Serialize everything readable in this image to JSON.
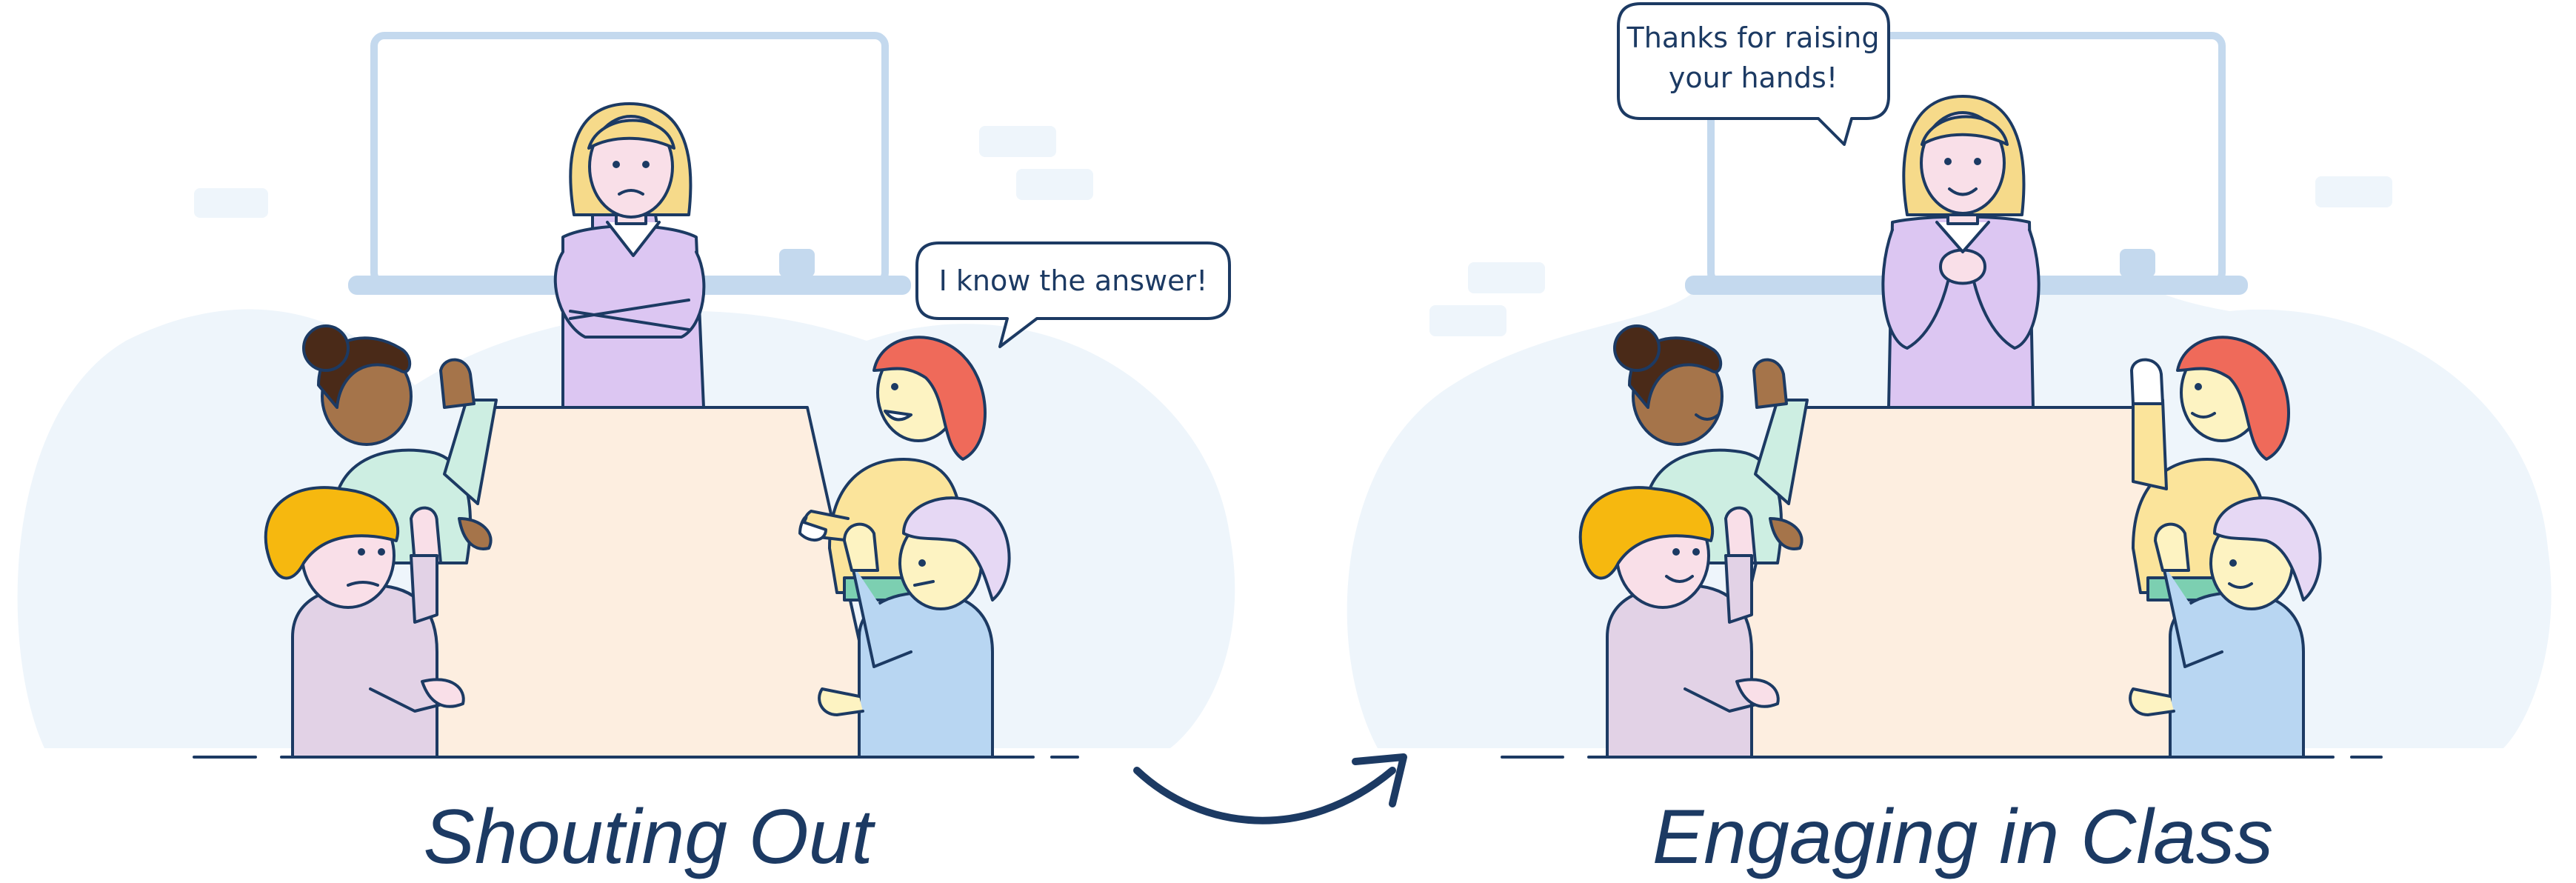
{
  "left_panel": {
    "caption": "Shouting Out",
    "speech_bubble": "I know the answer!"
  },
  "right_panel": {
    "caption": "Engaging in Class",
    "speech_bubble_line1": "Thanks for raising",
    "speech_bubble_line2": "your hands!"
  },
  "transition_icon": "curved-arrow-icon",
  "colors": {
    "ink": "#1c3a63",
    "board": "#c4d9ee",
    "table": "#fdeee0",
    "backdrop": "#eef5fb",
    "teacher_shirt": "#dcc6f2",
    "teacher_hair": "#f6da8a",
    "skin_light": "#f9dfe8",
    "skin_brown": "#a5744a"
  }
}
